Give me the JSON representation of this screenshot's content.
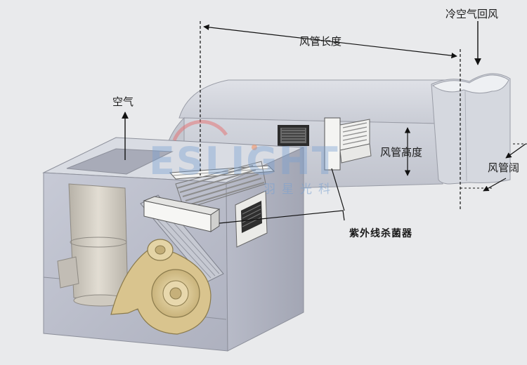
{
  "labels": {
    "cold_return_air": "冷空气回风",
    "duct_length": "风管长度",
    "air": "空气",
    "duct_height": "风管高度",
    "duct_width": "风管阔",
    "uv_sterilizer": "紫外线杀菌器"
  },
  "watermark": {
    "logo_text": "ESLIGHT",
    "company": "羽星光科"
  },
  "colors": {
    "background": "#e9eaec",
    "housing": "#b9bcc8",
    "duct": "#cfd2da",
    "fan_scroll": "#d6c59a",
    "watermark": "#7ea3d2"
  }
}
